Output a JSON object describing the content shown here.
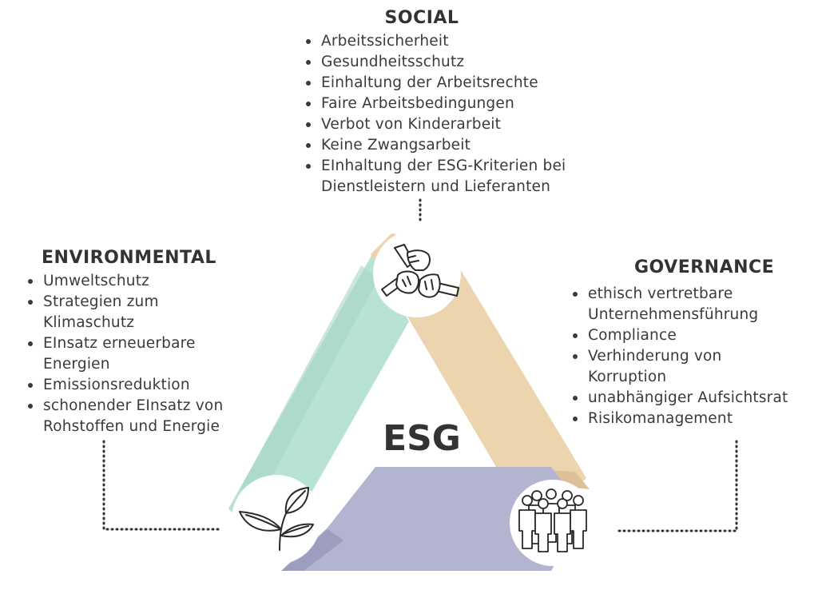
{
  "center_label": "ESG",
  "social": {
    "title": "SOCIAL",
    "items": [
      "Arbeitssicherheit",
      "Gesundheitsschutz",
      "Einhaltung der Arbeitsrechte",
      "Faire Arbeitsbedingungen",
      "Verbot von Kinderarbeit",
      "Keine Zwangsarbeit",
      "EInhaltung der ESG-Kriterien bei Dienstleistern und Lieferanten"
    ],
    "icon": "hands-together-icon",
    "color": "#ecd4ae"
  },
  "environmental": {
    "title": "ENVIRONMENTAL",
    "items": [
      "Umweltschutz",
      "Strategien zum Klimaschutz",
      "EInsatz erneuerbare Energien",
      "Emissionsreduktion",
      "schonender EInsatz von Rohstoffen und Energie"
    ],
    "icon": "leaf-plant-icon",
    "color": "#b8e2d5"
  },
  "governance": {
    "title": "GOVERNANCE",
    "items": [
      "ethisch vertretbare Unternehmensführung",
      "Compliance",
      "Verhinderung von Korruption",
      "unabhängiger Aufsichtsrat",
      "Risikomanagement"
    ],
    "icon": "people-group-icon",
    "color": "#b3b4cf"
  }
}
